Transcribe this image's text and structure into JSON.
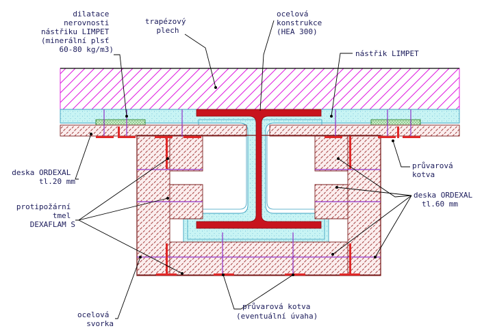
{
  "labels": {
    "dilatace": [
      "dilatace",
      "nerovnosti",
      "nástřiku LIMPET",
      "(minerální plsť",
      "60-80 kg/m3)"
    ],
    "trapezovy": [
      "trapézový",
      "plech"
    ],
    "ocelova_konstrukce": [
      "ocelová",
      "konstrukce",
      "(HEA 300)"
    ],
    "nastrik": [
      "nástřik LIMPET"
    ],
    "deska_20": [
      "deska ORDEXAL",
      "tl.20 mm"
    ],
    "pruvarova_kotva_right": [
      "průvarová",
      "kotva"
    ],
    "deska_60": [
      "deska ORDEXAL",
      "tl.60 mm"
    ],
    "tmel": [
      "protipožární",
      "tmel",
      "DEXAFLAM S"
    ],
    "pruvarova_kotva_bottom": [
      "průvarová kotva",
      "(eventuální úvaha)"
    ],
    "svorka": [
      "ocelová",
      "svorka"
    ]
  },
  "colors": {
    "slab_hatch": "#e020e0",
    "spray_fill": "#c8f4f4",
    "spray_dots": "#5ab0d0",
    "board_fill": "#fbeeee",
    "board_hatch": "#a23a3a",
    "board_edge": "#7a1d1d",
    "steel": "#c8141e",
    "anchor": "#9030c8",
    "plate": "#e02828",
    "mesh_fill": "#c8ecc8",
    "mesh_dots": "#1e7a1e",
    "text": "#1a1a5a"
  }
}
